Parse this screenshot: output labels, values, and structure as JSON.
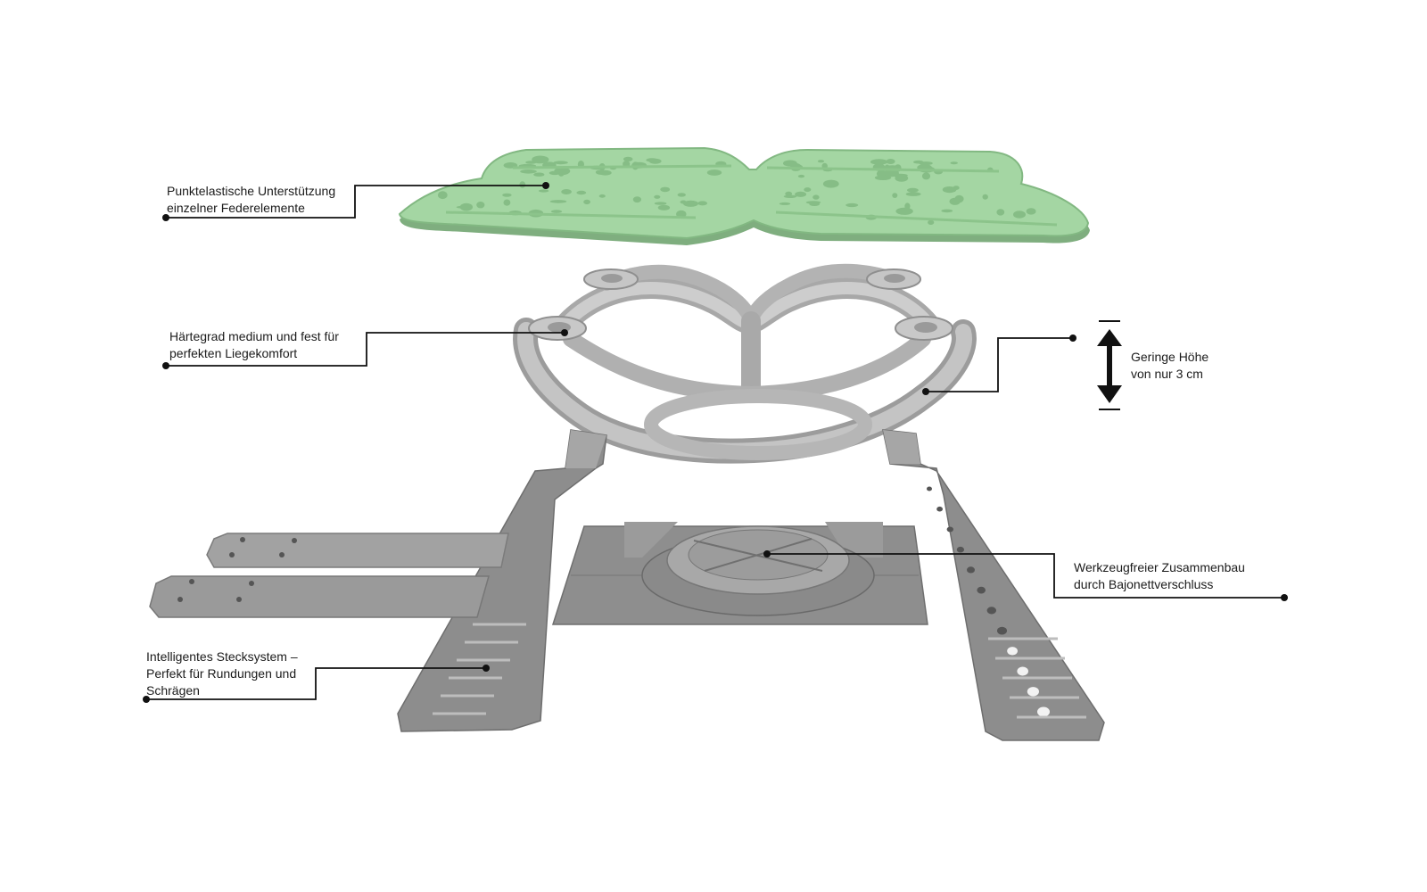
{
  "annotations": {
    "top_layer": {
      "lines": [
        "Punktelastische Unterstützung",
        "einzelner Federelemente"
      ]
    },
    "frame": {
      "lines": [
        "Härtegrad medium und fest für",
        "perfekten Liegekomfort"
      ]
    },
    "height": {
      "lines": [
        "Geringe Höhe",
        "von nur 3 cm"
      ]
    },
    "bayonet": {
      "lines": [
        "Werkzeugfreier Zusammenbau",
        "durch Bajonettverschluss"
      ]
    },
    "rails": {
      "lines": [
        "Intelligentes Stecksystem –",
        "Perfekt für Rundungen und",
        "Schrägen"
      ]
    }
  },
  "colors": {
    "green_layer": "#9fd39e",
    "green_layer_edge": "#7db57d",
    "frame": "#b9b9b9",
    "frame_dark": "#8f8f8f",
    "base": "#8c8c8c",
    "base_light": "#a3a3a3",
    "base_dark": "#6e6e6e",
    "leader": "#111111"
  }
}
